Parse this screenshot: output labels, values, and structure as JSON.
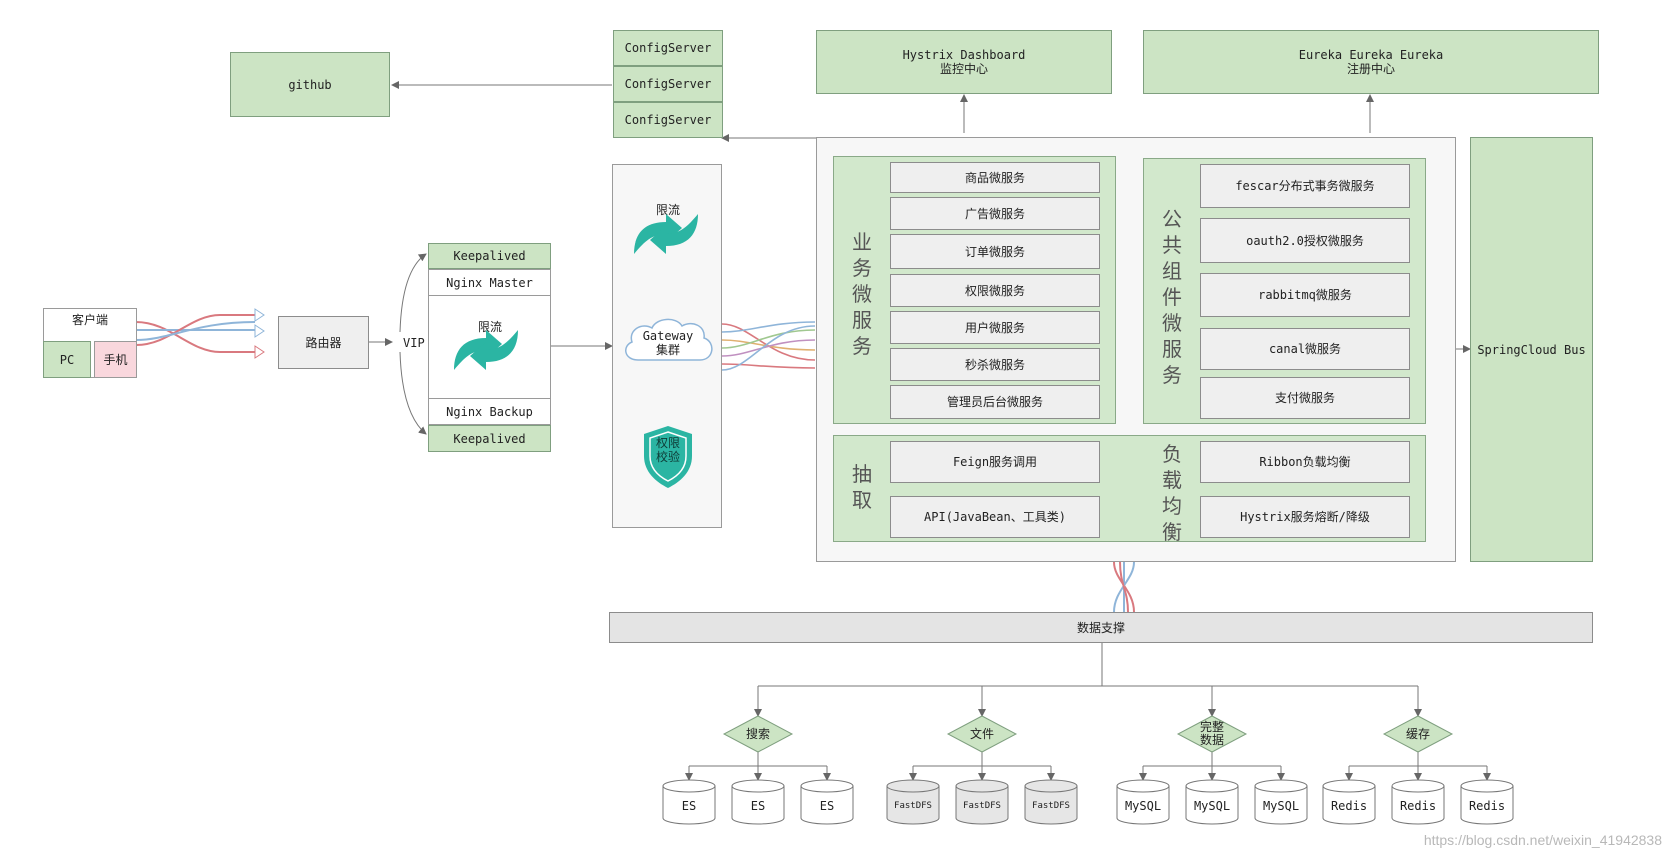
{
  "github": "github",
  "config_servers": [
    "ConfigServer",
    "ConfigServer",
    "ConfigServer"
  ],
  "hystrix": {
    "line1": "Hystrix Dashboard",
    "line2": "监控中心"
  },
  "eureka": {
    "line1": "Eureka  Eureka  Eureka",
    "line2": "注册中心"
  },
  "client": {
    "title": "客户端",
    "pc": "PC",
    "phone": "手机"
  },
  "router": "路由器",
  "vip": "VIP",
  "nginx": {
    "keepalived_top": "Keepalived",
    "master": "Nginx  Master",
    "rate_limit": "限流",
    "backup": "Nginx  Backup",
    "keepalived_bottom": "Keepalived"
  },
  "gateway": {
    "rate_limit": "限流",
    "line1": "Gateway",
    "line2": "集群",
    "auth_line1": "权限",
    "auth_line2": "校验"
  },
  "business": {
    "title": [
      "业",
      "务",
      "微",
      "服",
      "务"
    ],
    "items": [
      "商品微服务",
      "广告微服务",
      "订单微服务",
      "权限微服务",
      "用户微服务",
      "秒杀微服务",
      "管理员后台微服务"
    ]
  },
  "common": {
    "title": [
      "公",
      "共",
      "组",
      "件",
      "微",
      "服",
      "务"
    ],
    "items": [
      "fescar分布式事务微服务",
      "oauth2.0授权微服务",
      "rabbitmq微服务",
      "canal微服务",
      "支付微服务"
    ]
  },
  "extract": {
    "title": [
      "抽",
      "取"
    ],
    "items": [
      "Feign服务调用",
      "API(JavaBean、工具类)"
    ]
  },
  "load_balance": {
    "title": [
      "负",
      "载",
      "均",
      "衡"
    ],
    "items": [
      "Ribbon负载均衡",
      "Hystrix服务熔断/降级"
    ]
  },
  "bus": "SpringCloud Bus",
  "data_support": "数据支撑",
  "storage": [
    {
      "label": "搜索",
      "nodes": [
        "ES",
        "ES",
        "ES"
      ]
    },
    {
      "label": "文件",
      "nodes": [
        "FastDFS",
        "FastDFS",
        "FastDFS"
      ]
    },
    {
      "label": "完整\n数据",
      "nodes": [
        "MySQL",
        "MySQL",
        "MySQL"
      ]
    },
    {
      "label": "缓存",
      "nodes": [
        "Redis",
        "Redis",
        "Redis"
      ]
    }
  ],
  "watermark": "https://blog.csdn.net/weixin_41942838",
  "colors": {
    "green": "#cce4c4",
    "gray": "#efefef",
    "teal": "#2bb5a3",
    "pink": "#f9d7dd"
  }
}
